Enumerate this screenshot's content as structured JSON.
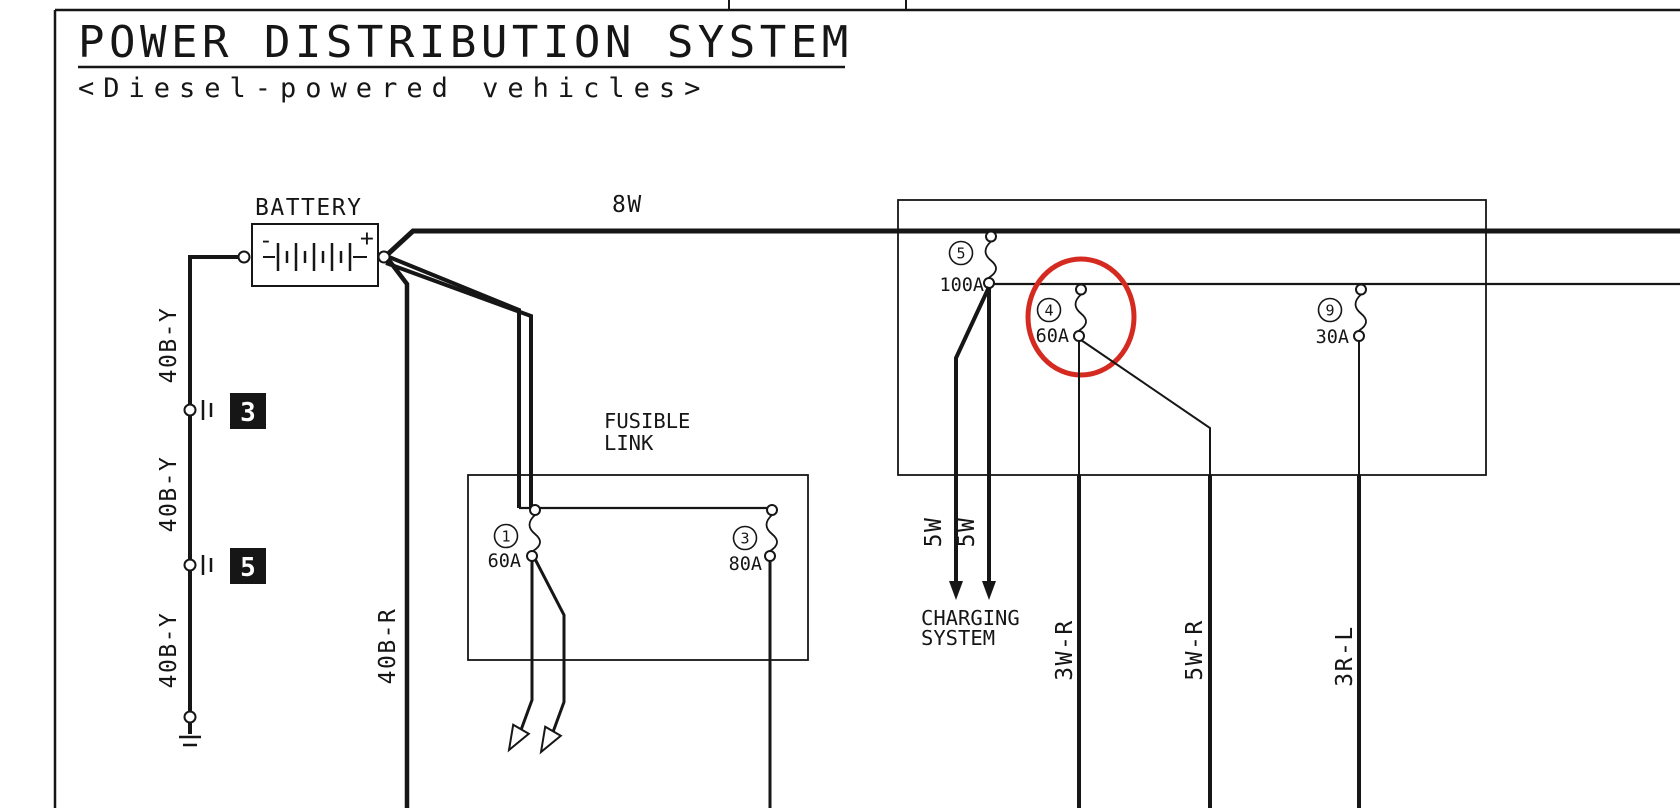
{
  "page": {
    "title": "POWER DISTRIBUTION SYSTEM",
    "subtitle": "<Diesel-powered vehicles>"
  },
  "battery": {
    "label": "BATTERY",
    "minus_terminal": "-",
    "plus_terminal": "+"
  },
  "wire_labels": {
    "battery_feed_top": "8W",
    "ground_segment_1": "40B-Y",
    "ground_segment_2": "40B-Y",
    "ground_segment_3": "40B-Y",
    "battery_feed_down": "40B-R",
    "charging_wire_1": "5W",
    "charging_wire_2": "5W",
    "fuse4_output_a": "3W-R",
    "fuse4_output_b": "5W-R",
    "fuse9_output": "3R-L"
  },
  "grounds": {
    "ground_3": "3",
    "ground_5": "5"
  },
  "fusible_link": {
    "title_line1": "FUSIBLE",
    "title_line2": "LINK",
    "fuse_1": {
      "number": "1",
      "rating": "60A"
    },
    "fuse_3": {
      "number": "3",
      "rating": "80A"
    }
  },
  "fuse_box": {
    "fuse_5": {
      "number": "5",
      "rating": "100A"
    },
    "fuse_4": {
      "number": "4",
      "rating": "60A"
    },
    "fuse_9": {
      "number": "9",
      "rating": "30A"
    }
  },
  "destination": {
    "line1": "CHARGING",
    "line2": "SYSTEM"
  },
  "colors": {
    "ink": "#161616",
    "highlight_red": "#d42a20"
  }
}
